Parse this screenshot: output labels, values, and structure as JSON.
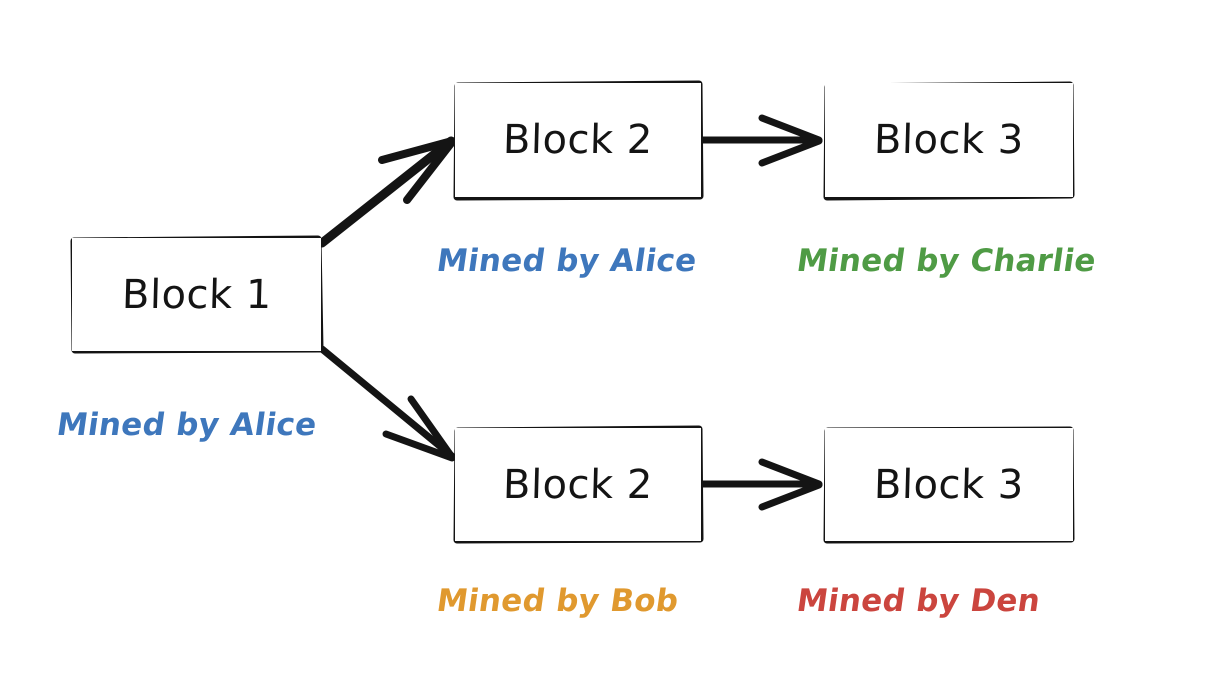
{
  "diagram": {
    "title": "Blockchain fork diagram",
    "background_color": "#ffffff",
    "stroke_color": "#141414",
    "blocks": [
      {
        "id": "block1",
        "label": "Block 1"
      },
      {
        "id": "block2-top",
        "label": "Block 2"
      },
      {
        "id": "block3-top",
        "label": "Block 3"
      },
      {
        "id": "block2-bottom",
        "label": "Block 2"
      },
      {
        "id": "block3-bottom",
        "label": "Block 3"
      }
    ],
    "miner_labels": [
      {
        "id": "miner-block1",
        "text": "Mined by Alice",
        "color": "#3e77bc"
      },
      {
        "id": "miner-block2-top",
        "text": "Mined by Alice",
        "color": "#3e77bc"
      },
      {
        "id": "miner-block3-top",
        "text": "Mined by Charlie",
        "color": "#4f9b45"
      },
      {
        "id": "miner-block2-bottom",
        "text": "Mined by Bob",
        "color": "#e0992f"
      },
      {
        "id": "miner-block3-bottom",
        "text": "Mined by Den",
        "color": "#cb453e"
      }
    ],
    "connections": [
      {
        "id": "arrow-fork-up",
        "from": "block1",
        "to": "block2-top"
      },
      {
        "id": "arrow-fork-down",
        "from": "block1",
        "to": "block2-bottom"
      },
      {
        "id": "arrow-top-chain",
        "from": "block2-top",
        "to": "block3-top"
      },
      {
        "id": "arrow-bottom-chain",
        "from": "block2-bottom",
        "to": "block3-bottom"
      }
    ]
  }
}
